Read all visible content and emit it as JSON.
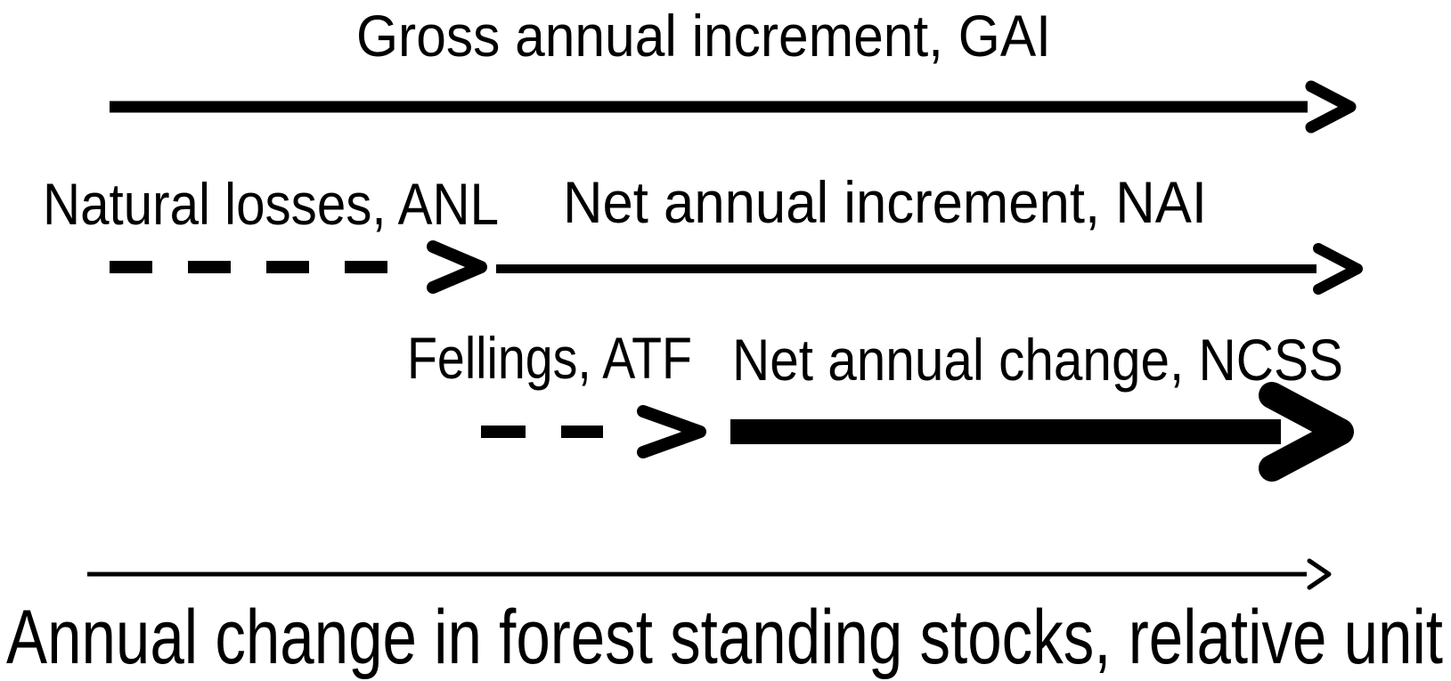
{
  "diagram": {
    "background": "#ffffff",
    "ink_color": "#000000",
    "labels": {
      "gai": "Gross annual increment, GAI",
      "anl": "Natural losses, ANL",
      "nai": "Net annual increment, NAI",
      "atf": "Fellings, ATF",
      "ncss": "Net annual change, NCSS",
      "axis": "Annual change in forest standing stocks, relative unit"
    },
    "arrows": [
      {
        "id": "gai",
        "label": "Gross annual increment, GAI",
        "line_style": "solid",
        "weight": "medium",
        "row": 1
      },
      {
        "id": "anl",
        "label": "Natural losses, ANL",
        "line_style": "dashed",
        "weight": "medium",
        "row": 2
      },
      {
        "id": "nai",
        "label": "Net annual increment, NAI",
        "line_style": "solid",
        "weight": "medium",
        "row": 2
      },
      {
        "id": "atf",
        "label": "Fellings, ATF",
        "line_style": "dashed",
        "weight": "medium",
        "row": 3
      },
      {
        "id": "ncss",
        "label": "Net annual change, NCSS",
        "line_style": "solid",
        "weight": "thick",
        "row": 3
      }
    ],
    "axis": {
      "label": "Annual change in forest standing stocks, relative unit",
      "line_style": "thin-solid"
    }
  }
}
